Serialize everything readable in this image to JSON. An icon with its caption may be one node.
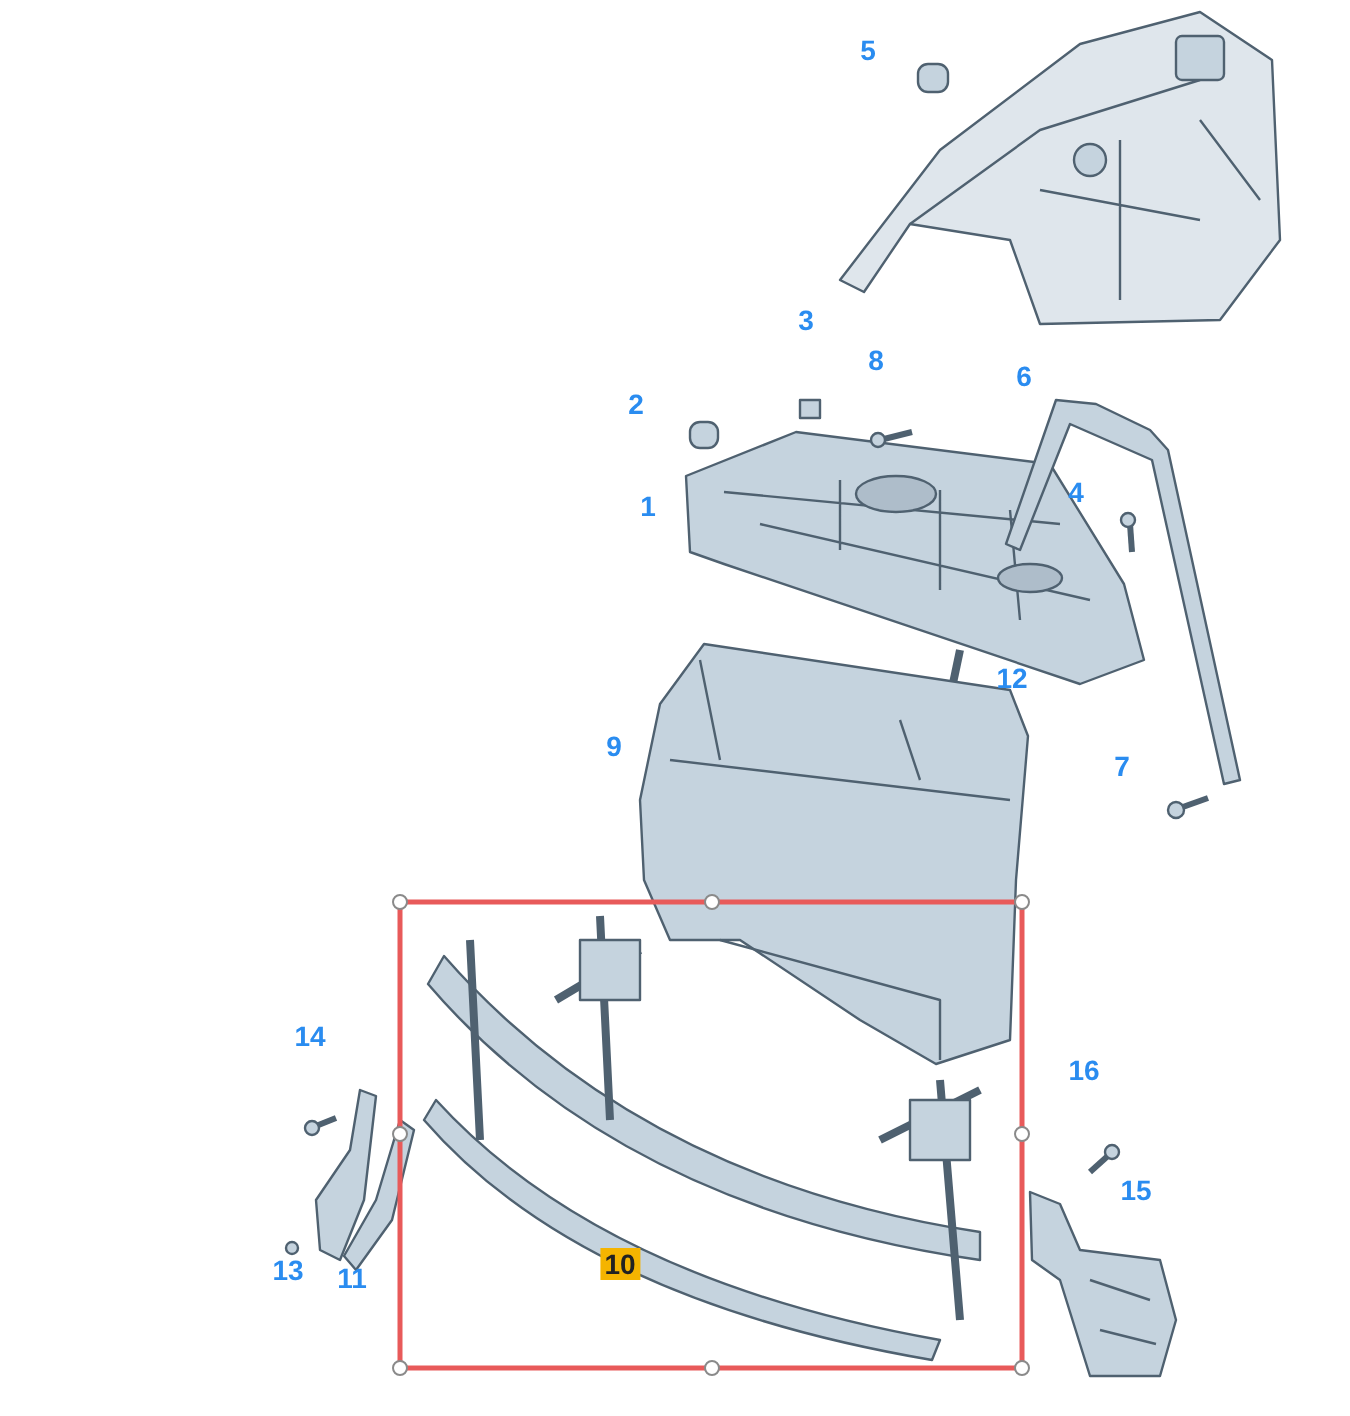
{
  "diagram": {
    "labels": [
      "5",
      "3",
      "8",
      "6",
      "2",
      "1",
      "4",
      "12",
      "9",
      "7",
      "14",
      "16",
      "15",
      "13",
      "11",
      "10"
    ]
  }
}
